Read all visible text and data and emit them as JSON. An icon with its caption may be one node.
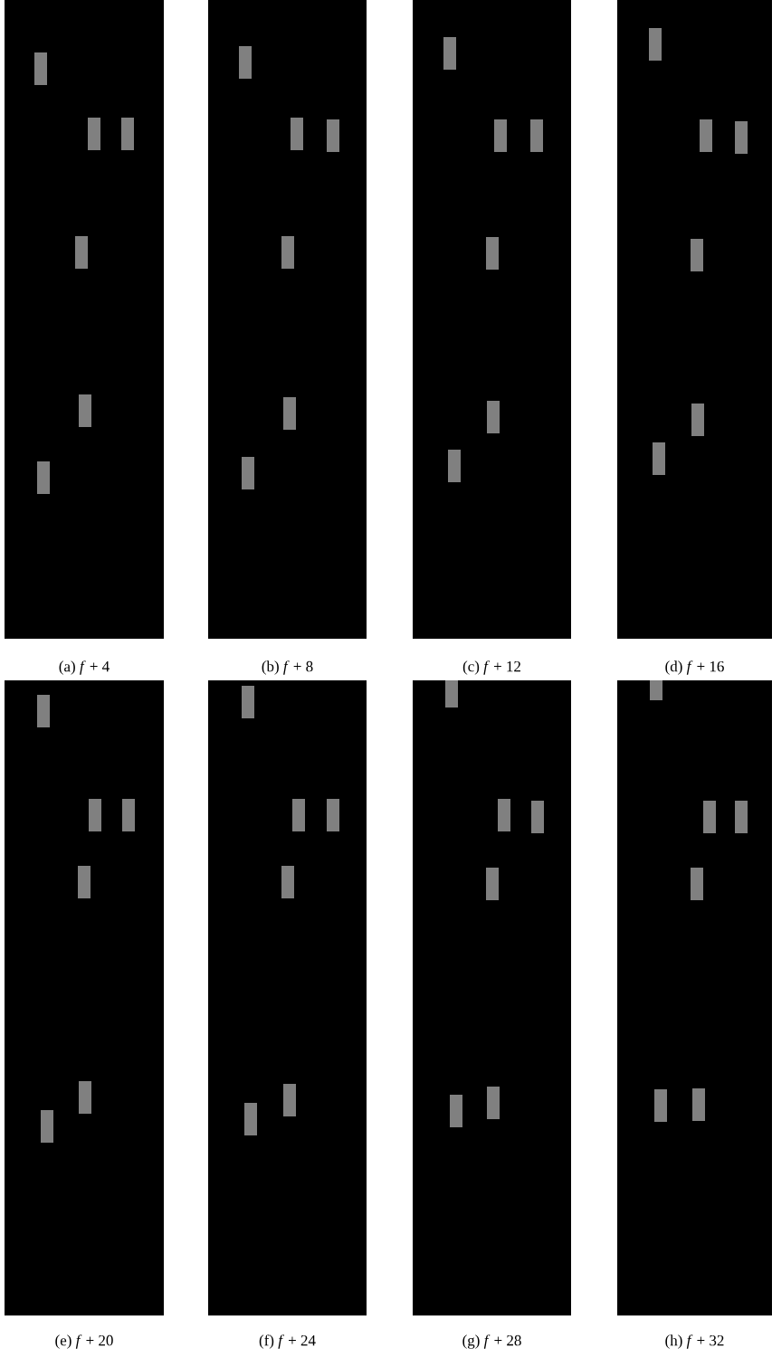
{
  "diagram": {
    "labels": [
      "(a) *f* + 4",
      "(b) *f* + 8",
      "(c) *f* + 12",
      "(d) *f* + 16",
      "(e) *f* + 20",
      "(f) *f* + 24",
      "(g) *f* + 28",
      "(h) *f* + 32"
    ]
  }
}
